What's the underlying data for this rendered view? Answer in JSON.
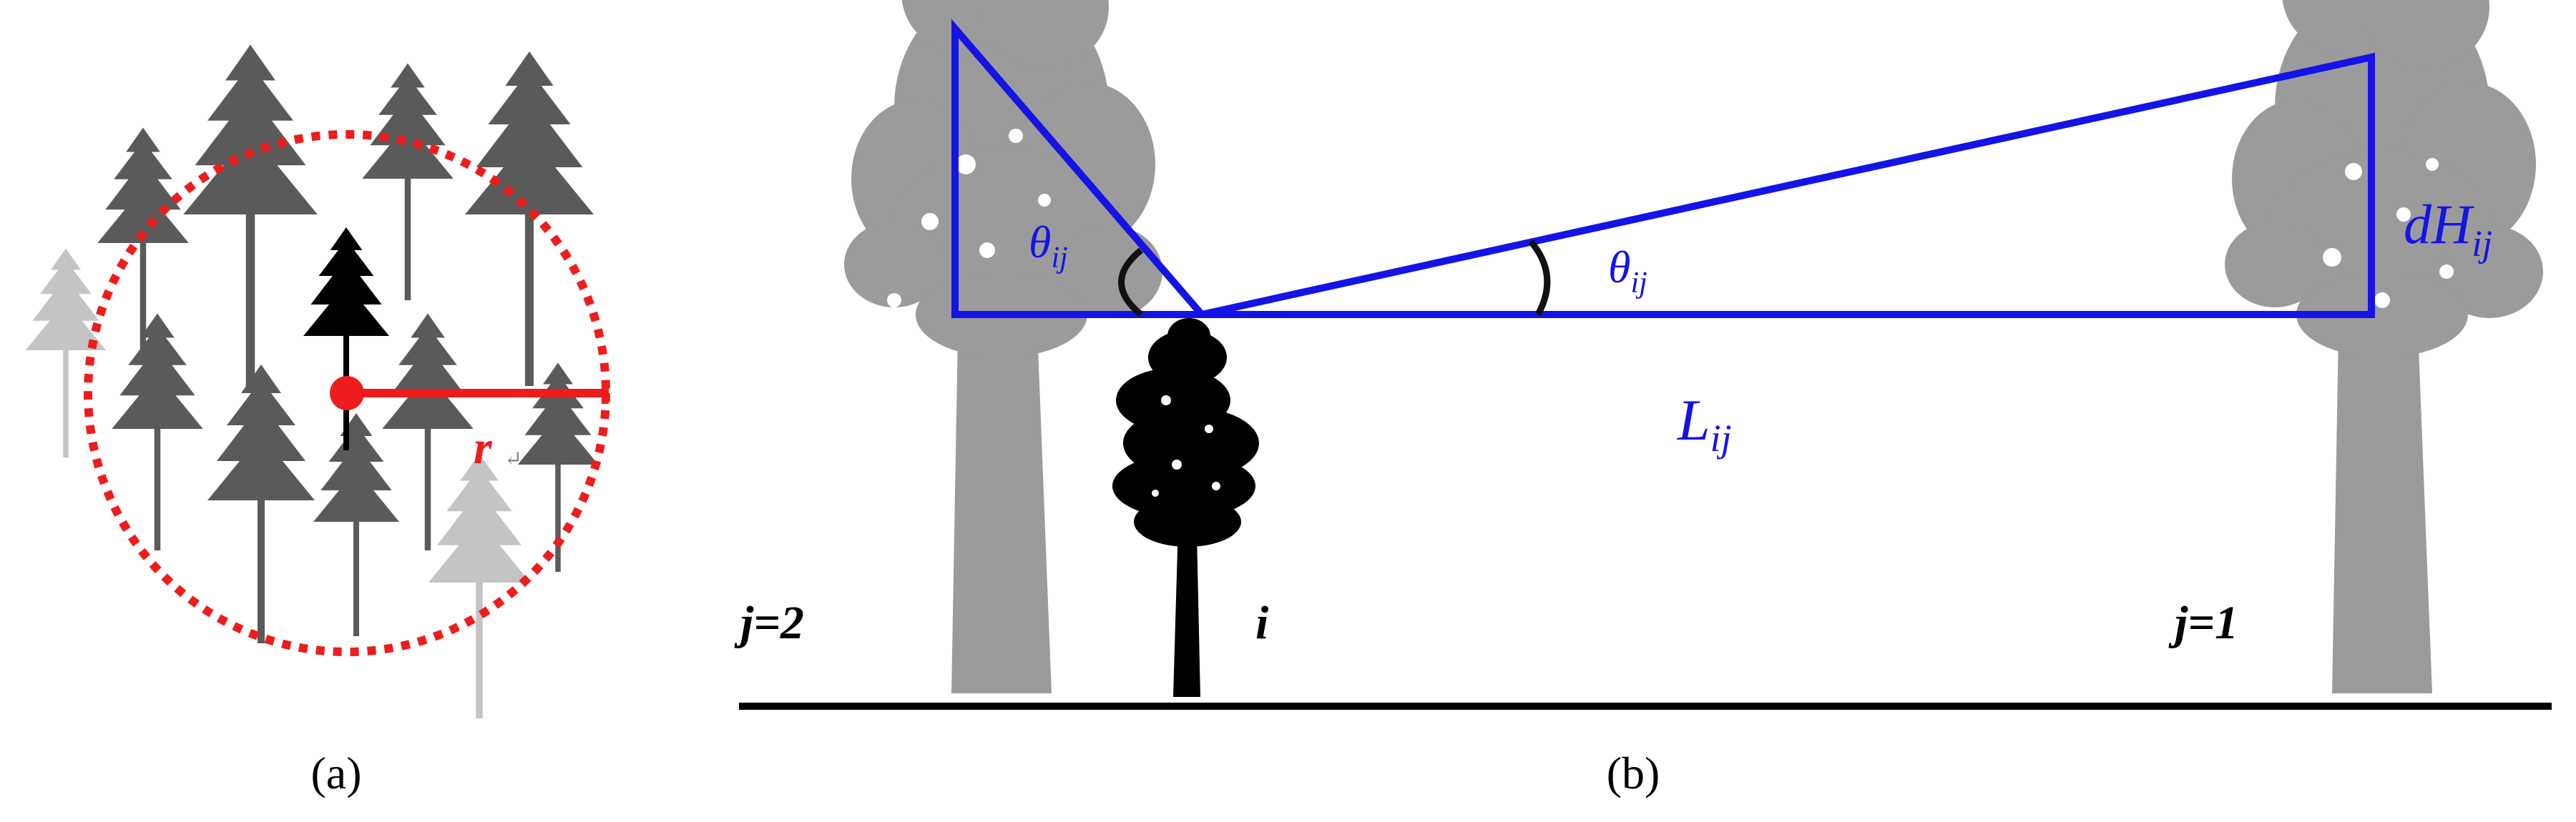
{
  "panel_a": {
    "caption": "(a)",
    "radius_label": "r",
    "radius_mark": "↵",
    "colors": {
      "circle": "#ee1c1c",
      "neighbor_tree": "#5a5a5a",
      "far_tree": "#c4c4c4",
      "focal_tree": "#000000"
    }
  },
  "panel_b": {
    "caption": "(b)",
    "angle_label_left": "θ",
    "angle_label_left_sub": "ij",
    "angle_label_right": "θ",
    "angle_label_right_sub": "ij",
    "height_diff_label": "dH",
    "height_diff_sub": "ij",
    "distance_label": "L",
    "distance_sub": "ij",
    "tree_left_label": "j=2",
    "tree_center_label": "i",
    "tree_right_label": "j=1",
    "colors": {
      "geometry": "#1414e6",
      "neighbor_tree": "#9b9b9b",
      "focal_tree": "#000000",
      "ground": "#000000",
      "angle_arc": "#111111"
    }
  }
}
